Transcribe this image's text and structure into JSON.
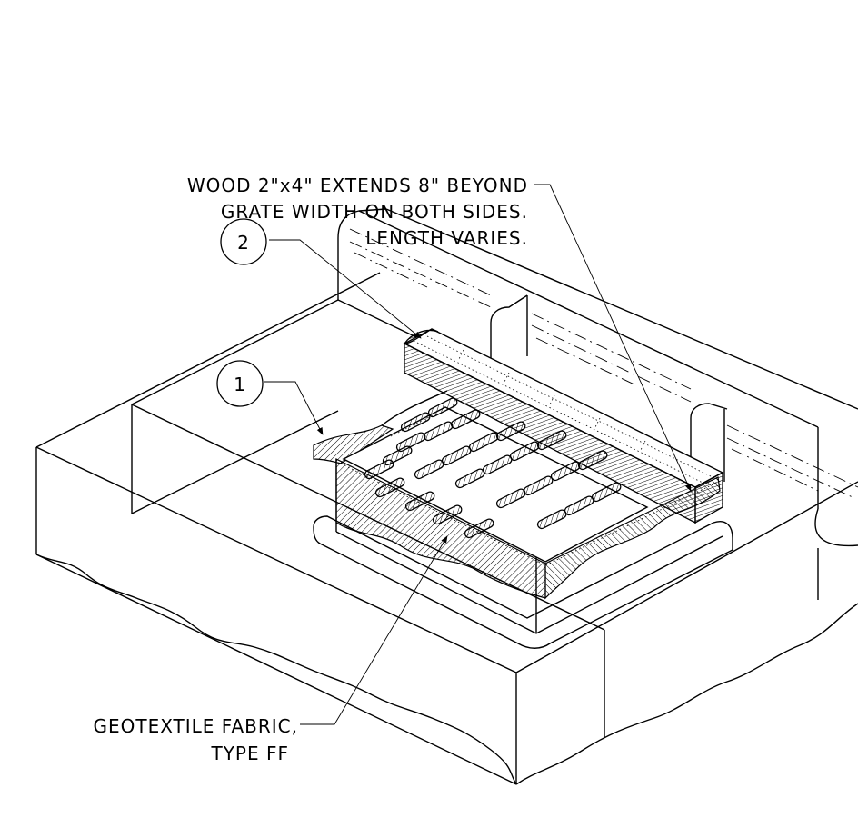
{
  "labels": {
    "wood_line1": "WOOD 2\"x4\" EXTENDS 8\" BEYOND",
    "wood_line2": "GRATE WIDTH ON BOTH SIDES.",
    "wood_line3": "LENGTH VARIES.",
    "geo_line1": "GEOTEXTILE FABRIC,",
    "geo_line2": "TYPE FF"
  },
  "callouts": {
    "one": "1",
    "two": "2"
  },
  "colors": {
    "ink": "#000000",
    "paper": "#ffffff"
  }
}
